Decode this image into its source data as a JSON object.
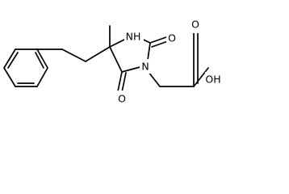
{
  "molecule": {
    "atom_labels": {
      "nh": "NH",
      "n": "N",
      "o_top": "O",
      "o_bottom": "O",
      "o_acid": "O",
      "oh": "OH"
    },
    "colors": {
      "bond": "#000000",
      "label": "#000000",
      "background": "#ffffff"
    }
  }
}
